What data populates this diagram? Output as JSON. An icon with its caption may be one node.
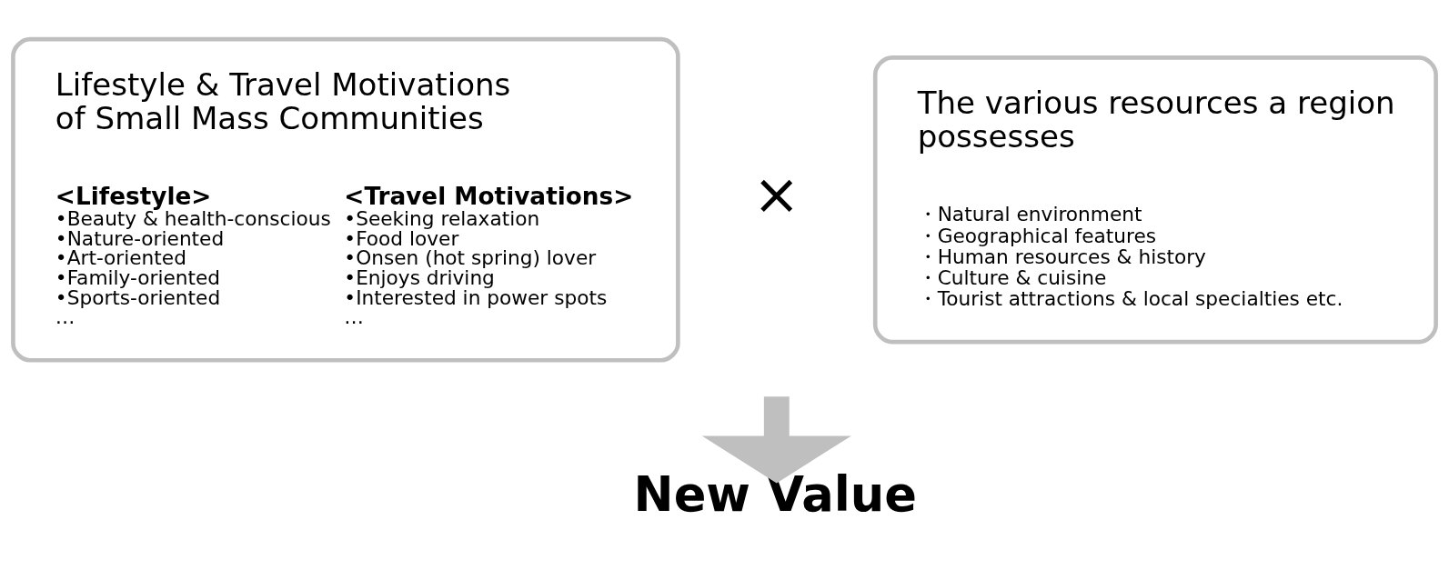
{
  "diagram": {
    "nodes": [
      {
        "text": [
          "Lifestyle & Travel Motivations of Small Mass Communities",
          "<Lifestyle>",
          "•Beauty & health-conscious",
          "•Nature-oriented",
          "•Art-oriented",
          "•Family-oriented",
          "•Sports-oriented",
          "…",
          "<Travel Motivations>",
          "•Seeking relaxation",
          "•Food lover",
          "•Onsen (hot spring) lover",
          "•Enjoys driving",
          "•Interested in power spots",
          "…"
        ]
      },
      {
        "text": [
          "The various resources a region possesses",
          "・Natural environment",
          "・Geographical features",
          "・Human resources & history",
          "・Culture & cuisine",
          "・Tourist attractions & local specialties etc."
        ]
      },
      {
        "text": [
          "New Value"
        ]
      }
    ],
    "edges": [
      {
        "from": null,
        "to": 2,
        "arrow": "to",
        "color": "#bfbfbf"
      }
    ],
    "labels": [
      "×"
    ]
  }
}
